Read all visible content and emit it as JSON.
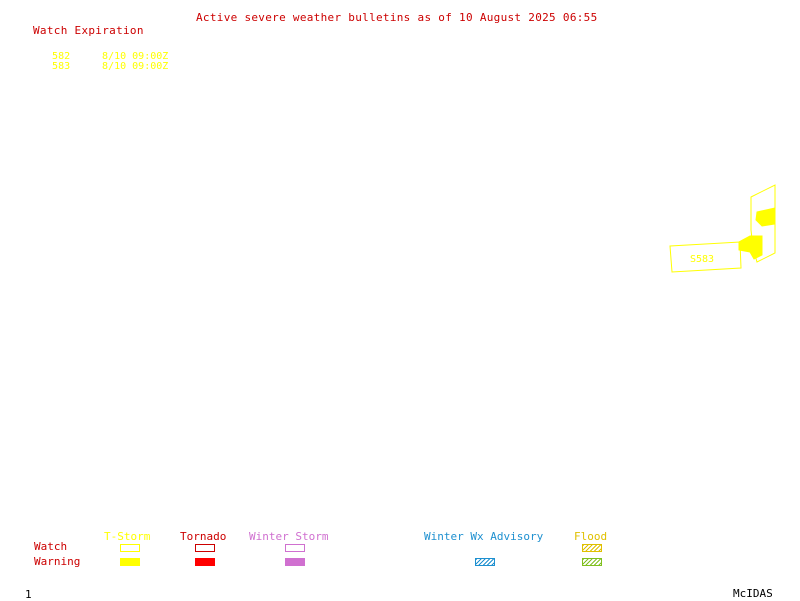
{
  "header": {
    "title": "Active severe weather bulletins as of 10 August 2025 06:55",
    "title_color": "#cc0000"
  },
  "watch_expiration": {
    "heading": "Watch Expiration",
    "heading_color": "#cc0000",
    "text_color": "#ffff00",
    "rows": [
      {
        "number": "582",
        "expires": "8/10 09:00Z"
      },
      {
        "number": "583",
        "expires": "8/10 09:00Z"
      }
    ]
  },
  "map": {
    "watch_box_label": "S583",
    "watch_color": "#ffff00"
  },
  "legend": {
    "row_labels": {
      "watch": "Watch",
      "warning": "Warning"
    },
    "row_label_color": "#cc0000",
    "columns": [
      {
        "label": "T-Storm",
        "color": "#ffff00"
      },
      {
        "label": "Tornado",
        "color": "#cc0000"
      },
      {
        "label": "Winter Storm",
        "color": "#d070d0"
      },
      {
        "label": "Winter Wx Advisory",
        "color": "#1e90d0"
      },
      {
        "label": "Flood",
        "color": "#80c020"
      }
    ]
  },
  "footer": {
    "frame_number": "1",
    "software": "McIDAS"
  }
}
